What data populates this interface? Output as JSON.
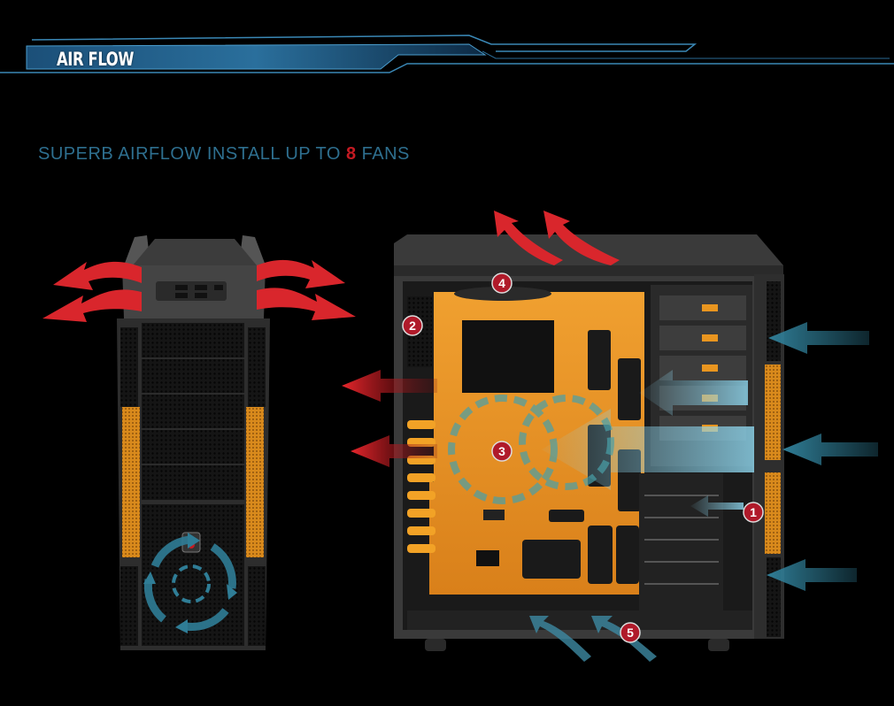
{
  "header": {
    "title": "AIR FLOW"
  },
  "tagline": {
    "prefix": "SUPERB AIRFLOW INSTALL UP TO ",
    "highlight": "8",
    "suffix": " FANS"
  },
  "callouts": [
    {
      "number": "1"
    },
    {
      "number": "2"
    },
    {
      "number": "3"
    },
    {
      "number": "4"
    },
    {
      "number": "5"
    }
  ],
  "colors": {
    "background": "#000000",
    "header_blue": "#1e5a80",
    "tagline_blue": "#2e6f8f",
    "accent_red": "#c41a22",
    "exhaust_red": "#d9262c",
    "intake_blue": "#2f7d96",
    "case_orange": "#e9951f",
    "callout_red": "#b01a2a"
  }
}
